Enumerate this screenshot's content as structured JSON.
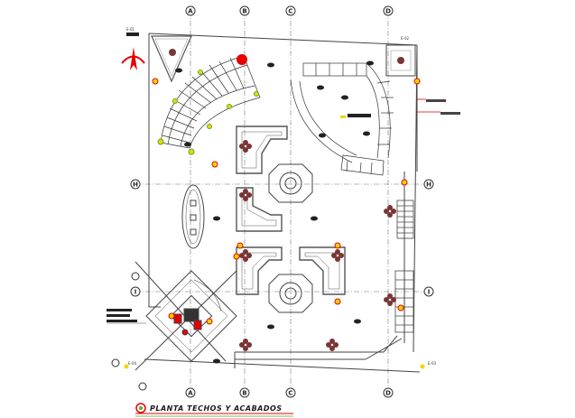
{
  "title": "PLANTA TECHOS Y ACABADOS",
  "axes_top": [
    "A",
    "B",
    "C",
    "D"
  ],
  "axes_side": [
    "H",
    "I"
  ],
  "section_marks": [
    "E-01",
    "E-02",
    "E-03",
    "E-04"
  ],
  "colors": {
    "line": "#555555",
    "dark_line": "#222222",
    "accent_red": "#e60000",
    "accent_yellow": "#f2d600",
    "accent_green": "#4caf2a",
    "planter": "#7a3535"
  }
}
